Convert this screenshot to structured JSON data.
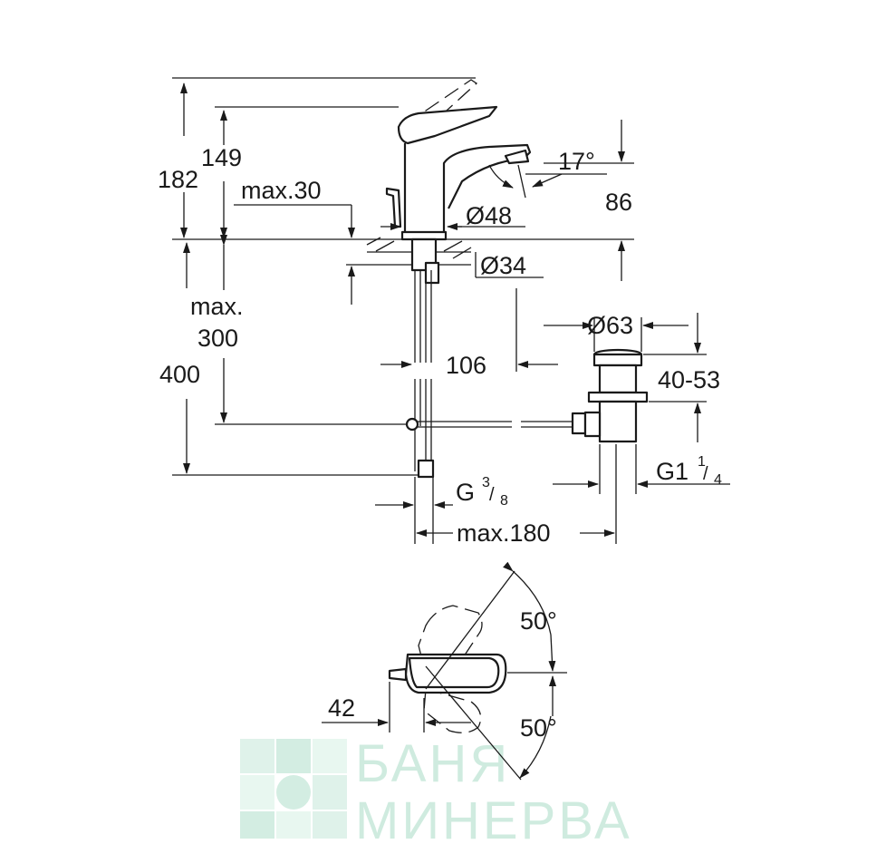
{
  "drawing": {
    "height_total": "182",
    "height_spout": "149",
    "deck_thickness": "max.30",
    "base_diameter": "Ø48",
    "hole_diameter": "Ø34",
    "spout_angle": "17°",
    "spout_height": "86",
    "hose_length_prefix": "max.",
    "hose_length_value": "300",
    "supply_length": "400",
    "spout_reach": "106",
    "waste_diameter": "Ø63",
    "waste_height": "40-53",
    "waste_thread": "G1",
    "waste_thread_num": "1",
    "waste_thread_den": "4",
    "supply_thread": "G",
    "supply_thread_num": "3",
    "supply_thread_den": "8",
    "rod_length": "max.180",
    "lever_angle_top": "50°",
    "lever_angle_bottom": "50°",
    "lever_offset": "42"
  },
  "watermark": {
    "line1": "БАНЯ",
    "line2": "МИНЕРВА"
  }
}
